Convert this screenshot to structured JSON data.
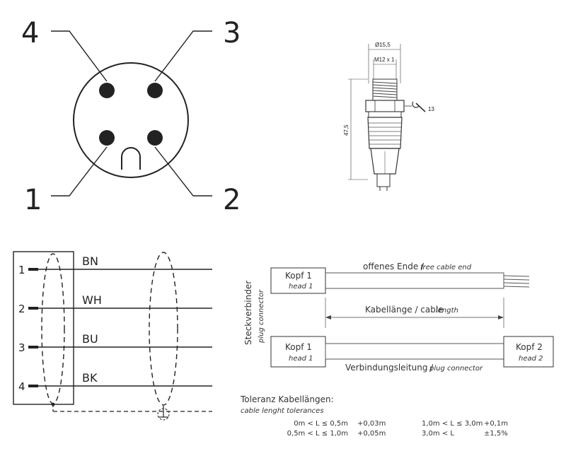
{
  "pinout": {
    "pin4": "4",
    "pin3": "3",
    "pin1": "1",
    "pin2": "2"
  },
  "dimensions": {
    "diameter": "Ø15,5",
    "thread": "M12 x 1",
    "wrench": "13",
    "length": "47,5"
  },
  "wiring": {
    "rows": [
      {
        "num": "1",
        "color": "BN"
      },
      {
        "num": "2",
        "color": "WH"
      },
      {
        "num": "3",
        "color": "BU"
      },
      {
        "num": "4",
        "color": "BK"
      }
    ]
  },
  "cable": {
    "side_label": "Steckverbinder",
    "side_label_en": "plug connector",
    "head1": "Kopf 1",
    "head1_en": "head 1",
    "head2": "Kopf 2",
    "head2_en": "head 2",
    "free_end": "offenes Ende /",
    "free_end_en": "free cable end",
    "length": "Kabellänge / cable",
    "length_en": "length",
    "conn": "Verbindungsleitung /",
    "conn_en": "plug connector"
  },
  "tolerances": {
    "title": "Toleranz Kabellängen:",
    "subtitle": "cable lenght tolerances",
    "rows": [
      {
        "range": "0m < L ≤ 0,5m",
        "tol": "+0,03m"
      },
      {
        "range": "0,5m < L ≤ 1,0m",
        "tol": "+0,05m"
      },
      {
        "range": "1,0m < L ≤ 3,0m",
        "tol": "+0,1m"
      },
      {
        "range": "3,0m < L",
        "tol": "±1,5%"
      }
    ]
  }
}
